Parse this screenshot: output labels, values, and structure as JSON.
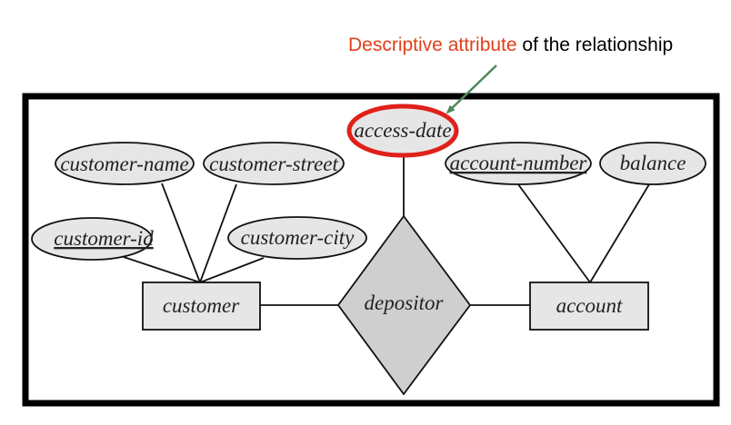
{
  "annotation": {
    "highlight": "Descriptive attribute",
    "rest": " of the relationship",
    "highlight_color": "#e0401a"
  },
  "entities": {
    "customer": "customer",
    "account": "account"
  },
  "relationship": "depositor",
  "attributes": {
    "customer_name": "customer-name",
    "customer_street": "customer-street",
    "customer_id": "customer-id",
    "customer_city": "customer-city",
    "access_date": "access-date",
    "account_number": "account-number",
    "balance": "balance"
  },
  "colors": {
    "shape_fill": "#e6e6e6",
    "diamond_fill": "#cfcfcf",
    "highlight_ring": "#e0201a",
    "arrow": "#4e8a5c"
  }
}
